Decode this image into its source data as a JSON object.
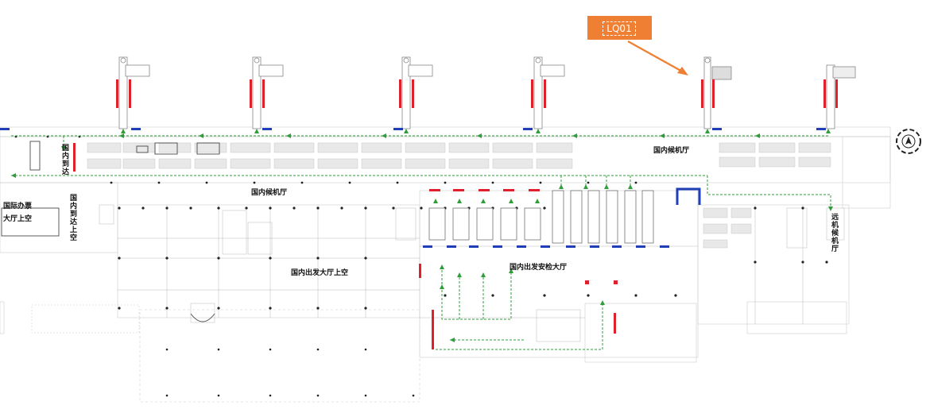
{
  "callout": {
    "label": "LQ01",
    "color": "#ef7f33"
  },
  "areas": {
    "domestic_waiting_hall_top_right": "国内候机厅",
    "domestic_waiting_hall_center": "国内候机厅",
    "domestic_arrivals": "国内到达",
    "international_ticket_hall_line1": "国际办票",
    "international_ticket_hall_line2": "大厅上空",
    "domestic_arrivals_above": "国内到达上空",
    "domestic_departure_hall_above": "国内出发大厅上空",
    "domestic_departure_security_hall": "国内出发安检大厅",
    "remote_waiting_hall": "远机候机厅"
  },
  "colors": {
    "flow_arrow": "#2e9e3a",
    "gate_red": "#e0202a",
    "gate_blue": "#1f3fb8",
    "wall": "#9a9a9a"
  },
  "icons": {
    "jet_bridge": "jet-bridge-icon",
    "compass": "north-compass-icon"
  }
}
